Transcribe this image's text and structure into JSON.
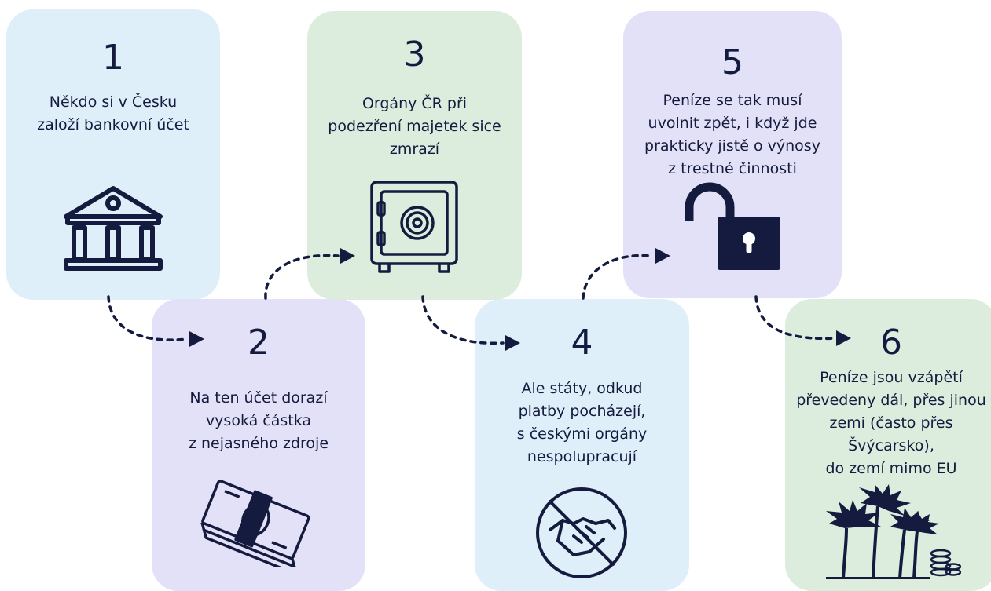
{
  "steps": [
    {
      "number": "1",
      "text": "Někdo si v Česku\nzaloží bankovní účet",
      "icon": "bank-icon"
    },
    {
      "number": "2",
      "text": "Na ten účet dorazí\nvysoká částka\nz nejasného zdroje",
      "icon": "money-stack-icon"
    },
    {
      "number": "3",
      "text": "Orgány ČR při\npodezření majetek sice\nzmrazí",
      "icon": "safe-icon"
    },
    {
      "number": "4",
      "text": "Ale státy, odkud\nplatby pocházejí,\ns českými orgány\nnespolupracují",
      "icon": "no-handshake-icon"
    },
    {
      "number": "5",
      "text": "Peníze se tak musí\nuvolnit zpět, i když jde\nprakticky jistě o výnosy\nz trestné činnosti",
      "icon": "unlocked-padlock-icon"
    },
    {
      "number": "6",
      "text": "Peníze jsou vzápětí\npřevedeny dál, přes jinou\nzemi (často přes\nŠvýcarsko),\ndo zemí mimo EU",
      "icon": "palm-trees-coins-icon"
    }
  ],
  "colors": {
    "blue_card": "#dfeffa",
    "purple_card": "#e3e1f7",
    "green_card": "#dcedde",
    "ink": "#141b3e"
  }
}
